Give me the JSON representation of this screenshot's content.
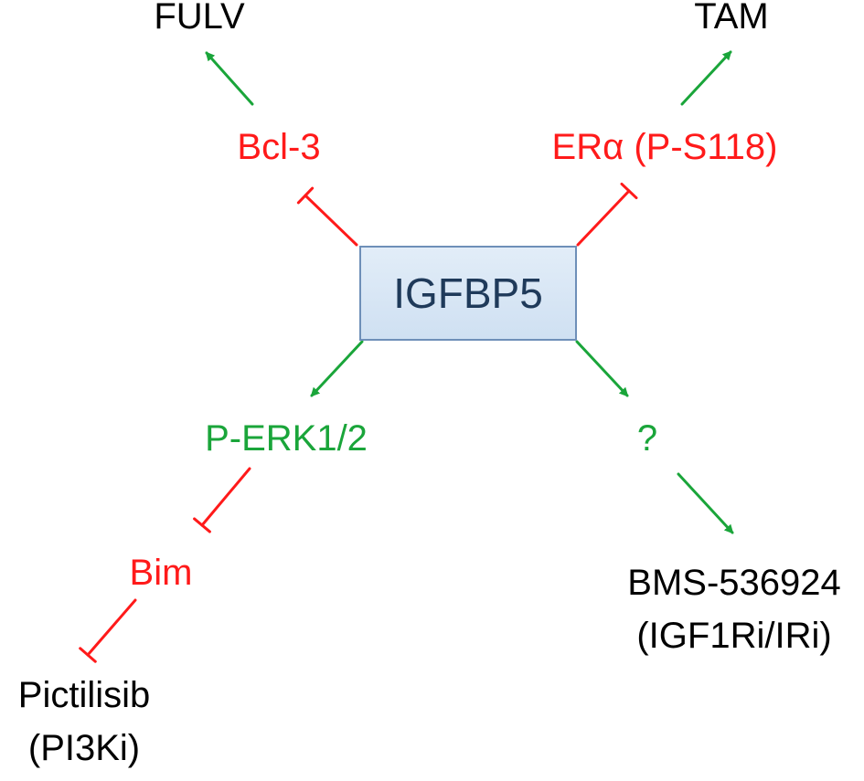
{
  "colors": {
    "inhibit": "#ff1a1a",
    "activate": "#1aa53a",
    "drug_text": "#000000",
    "hub_text": "#1f3a5a",
    "hub_border": "#6e8fb8",
    "hub_fill": "#d7e6f5"
  },
  "nodes": {
    "hub": "IGFBP5",
    "bcl3": "Bcl-3",
    "fulv": "FULV",
    "era": "ERα (P-S118)",
    "tam": "TAM",
    "perk": "P-ERK1/2",
    "unknown": "?",
    "bim": "Bim",
    "pictilisib_line1": "Pictilisib",
    "pictilisib_line2": "(PI3Ki)",
    "bms_line1": "BMS-536924",
    "bms_line2": "(IGF1Ri/IRi)"
  },
  "edges": [
    {
      "from": "IGFBP5",
      "to": "Bcl-3",
      "type": "inhibition"
    },
    {
      "from": "Bcl-3",
      "to": "FULV",
      "type": "activation"
    },
    {
      "from": "IGFBP5",
      "to": "ERα (P-S118)",
      "type": "inhibition"
    },
    {
      "from": "ERα (P-S118)",
      "to": "TAM",
      "type": "activation"
    },
    {
      "from": "IGFBP5",
      "to": "P-ERK1/2",
      "type": "activation"
    },
    {
      "from": "P-ERK1/2",
      "to": "Bim",
      "type": "inhibition"
    },
    {
      "from": "Bim",
      "to": "Pictilisib",
      "type": "inhibition"
    },
    {
      "from": "IGFBP5",
      "to": "?",
      "type": "activation"
    },
    {
      "from": "?",
      "to": "BMS-536924",
      "type": "activation"
    }
  ]
}
